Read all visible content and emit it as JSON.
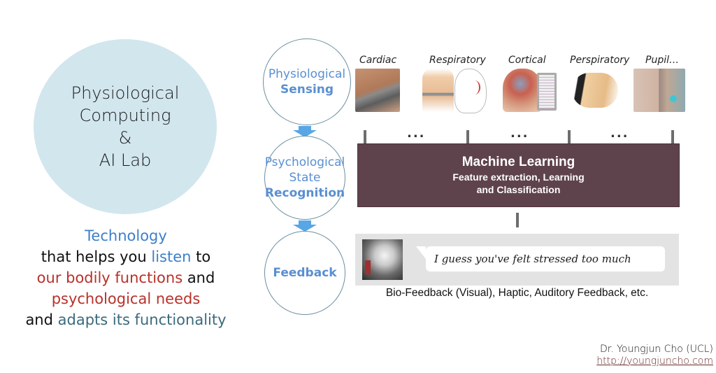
{
  "lab": {
    "line1": "Physiological",
    "line2": "Computing",
    "line3": "&",
    "line4": "AI Lab"
  },
  "tagline": {
    "l1": "Technology",
    "l2a": "that helps you ",
    "l2b": "listen",
    "l2c": " to",
    "l3a": "our bodily functions",
    "l3b": " and",
    "l4": "psychological needs",
    "l5a": "and ",
    "l5b": "adapts its functionality"
  },
  "stages": {
    "sensing": {
      "light": "Physiological",
      "bold": "Sensing"
    },
    "recognition": {
      "light1": "Psychological",
      "light2": "State",
      "bold": "Recognition"
    },
    "feedback": {
      "bold": "Feedback"
    }
  },
  "sensors": [
    {
      "label": "Cardiac",
      "icon": "pulse-oximeter-finger-image"
    },
    {
      "label": "Respiratory",
      "icon": "chest-belt-and-breath-sensor-image"
    },
    {
      "label": "Cortical",
      "icon": "eeg-cap-image"
    },
    {
      "label": "Perspiratory",
      "icon": "finger-electrodes-image"
    },
    {
      "label": "Pupil…",
      "icon": "eye-tracker-image"
    }
  ],
  "ellipsis": "...",
  "machine_learning": {
    "title": "Machine Learning",
    "sub1": "Feature extraction, Learning",
    "sub2": "and Classification"
  },
  "feedback_panel": {
    "message": "I guess you've felt stressed too much",
    "caption": "Bio-Feedback (Visual), Haptic, Auditory Feedback, etc."
  },
  "author": {
    "name": "Dr. Youngjun Cho (UCL)",
    "url": "http://youngjuncho.com"
  },
  "colors": {
    "lab_circle": "#d2e6ee",
    "accent_blue": "#3d7fc9",
    "accent_red": "#b8312a",
    "accent_teal": "#3b6a7c",
    "ml_box": "#5f434c",
    "arrow": "#57a6e6"
  }
}
